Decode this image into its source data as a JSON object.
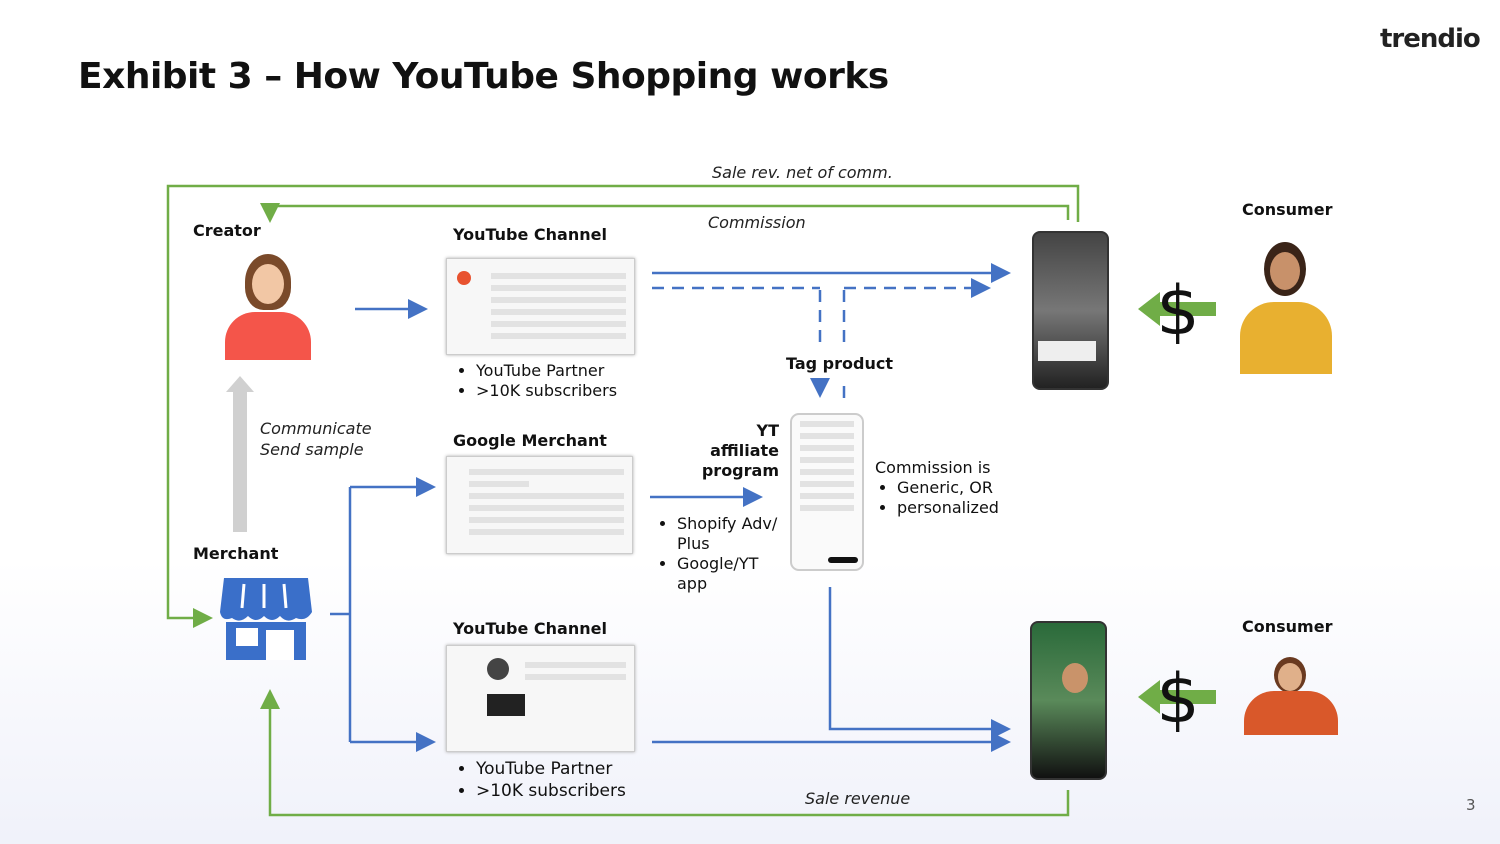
{
  "title": "Exhibit 3 – How YouTube Shopping works",
  "logo": "trendio",
  "page_number": "3",
  "colors": {
    "flow_blue": "#4472c4",
    "money_green": "#70ad47",
    "store_blue": "#3a6fc9",
    "gray_arrow": "#d0d0d0"
  },
  "labels": {
    "sale_rev_net": "Sale rev. net of comm.",
    "commission": "Commission",
    "creator": "Creator",
    "merchant": "Merchant",
    "communicate": "Communicate",
    "send_sample": "Send sample",
    "tag_product": "Tag product",
    "sale_revenue": "Sale revenue",
    "consumer_top": "Consumer",
    "consumer_bottom": "Consumer"
  },
  "yt_channel_top": {
    "title": "YouTube Channel",
    "bullets": [
      "YouTube Partner",
      ">10K subscribers"
    ]
  },
  "google_merchant": {
    "title": "Google Merchant",
    "bullets": [
      "Shopify Adv/ Plus",
      "Google/YT app"
    ]
  },
  "yt_channel_bottom": {
    "title": "YouTube Channel",
    "bullets": [
      "YouTube Partner",
      ">10K subscribers"
    ]
  },
  "affiliate": {
    "title_lines": [
      "YT",
      "affiliate",
      "program"
    ],
    "commission_heading": "Commission is",
    "bullets": [
      "Generic, OR",
      "personalized"
    ]
  },
  "icons": [
    "creator-photo",
    "consumer-photo",
    "store-icon",
    "dollar-icon",
    "phone-screenshot",
    "youtube-studio-screenshot"
  ]
}
